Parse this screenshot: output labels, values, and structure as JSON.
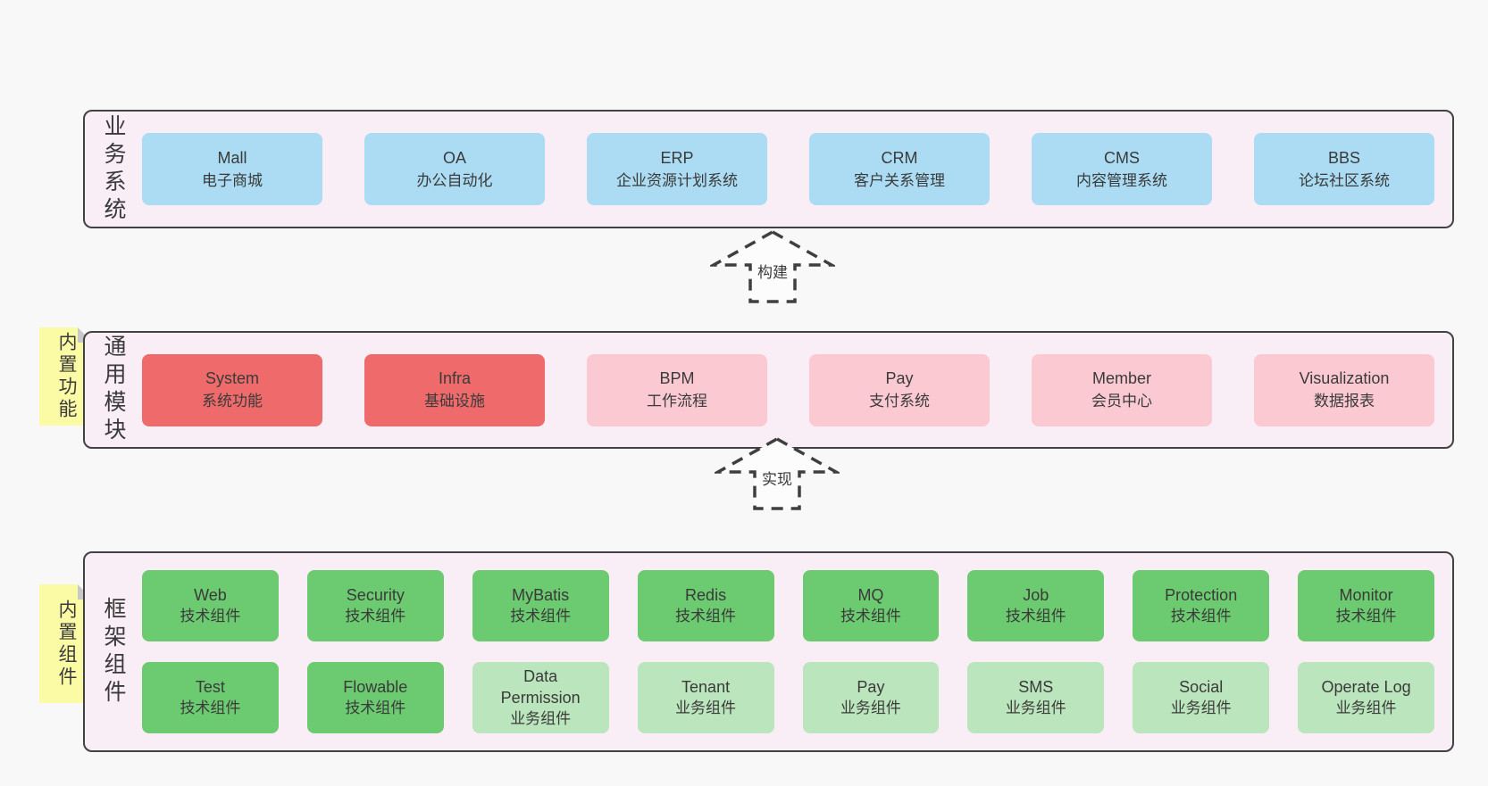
{
  "colors": {
    "page_bg": "#f8f8f8",
    "panel_bg": "#f9edf6",
    "panel_border": "#424242",
    "blue_box": "#abdcf3",
    "red_box": "#ef6a6a",
    "pink_box": "#fac9d2",
    "green_box": "#6cca70",
    "light_green_box": "#bbe5bc",
    "sticky_bg": "#fbfba6",
    "sticky_fold": "#c8c8c8",
    "text": "#3a3a3a"
  },
  "arrows": [
    {
      "label": "构建"
    },
    {
      "label": "实现"
    }
  ],
  "sections": {
    "business": {
      "label": "业务系统",
      "boxes": [
        {
          "title": "Mall",
          "subtitle": "电子商城",
          "variant": "blue"
        },
        {
          "title": "OA",
          "subtitle": "办公自动化",
          "variant": "blue"
        },
        {
          "title": "ERP",
          "subtitle": "企业资源计划系统",
          "variant": "blue"
        },
        {
          "title": "CRM",
          "subtitle": "客户关系管理",
          "variant": "blue"
        },
        {
          "title": "CMS",
          "subtitle": "内容管理系统",
          "variant": "blue"
        },
        {
          "title": "BBS",
          "subtitle": "论坛社区系统",
          "variant": "blue"
        }
      ]
    },
    "modules": {
      "label": "通用模块",
      "sticky": "内置功能",
      "boxes": [
        {
          "title": "System",
          "subtitle": "系统功能",
          "variant": "red"
        },
        {
          "title": "Infra",
          "subtitle": "基础设施",
          "variant": "red"
        },
        {
          "title": "BPM",
          "subtitle": "工作流程",
          "variant": "pink"
        },
        {
          "title": "Pay",
          "subtitle": "支付系统",
          "variant": "pink"
        },
        {
          "title": "Member",
          "subtitle": "会员中心",
          "variant": "pink"
        },
        {
          "title": "Visualization",
          "subtitle": "数据报表",
          "variant": "pink"
        }
      ]
    },
    "components": {
      "label": "框架组件",
      "sticky": "内置组件",
      "rows": [
        [
          {
            "title": "Web",
            "subtitle": "技术组件",
            "variant": "green"
          },
          {
            "title": "Security",
            "subtitle": "技术组件",
            "variant": "green"
          },
          {
            "title": "MyBatis",
            "subtitle": "技术组件",
            "variant": "green"
          },
          {
            "title": "Redis",
            "subtitle": "技术组件",
            "variant": "green"
          },
          {
            "title": "MQ",
            "subtitle": "技术组件",
            "variant": "green"
          },
          {
            "title": "Job",
            "subtitle": "技术组件",
            "variant": "green"
          },
          {
            "title": "Protection",
            "subtitle": "技术组件",
            "variant": "green"
          },
          {
            "title": "Monitor",
            "subtitle": "技术组件",
            "variant": "green"
          }
        ],
        [
          {
            "title": "Test",
            "subtitle": "技术组件",
            "variant": "green"
          },
          {
            "title": "Flowable",
            "subtitle": "技术组件",
            "variant": "green"
          },
          {
            "title": "Data Permission",
            "subtitle": "业务组件",
            "variant": "light-green"
          },
          {
            "title": "Tenant",
            "subtitle": "业务组件",
            "variant": "light-green"
          },
          {
            "title": "Pay",
            "subtitle": "业务组件",
            "variant": "light-green"
          },
          {
            "title": "SMS",
            "subtitle": "业务组件",
            "variant": "light-green"
          },
          {
            "title": "Social",
            "subtitle": "业务组件",
            "variant": "light-green"
          },
          {
            "title": "Operate Log",
            "subtitle": "业务组件",
            "variant": "light-green"
          }
        ]
      ]
    }
  }
}
